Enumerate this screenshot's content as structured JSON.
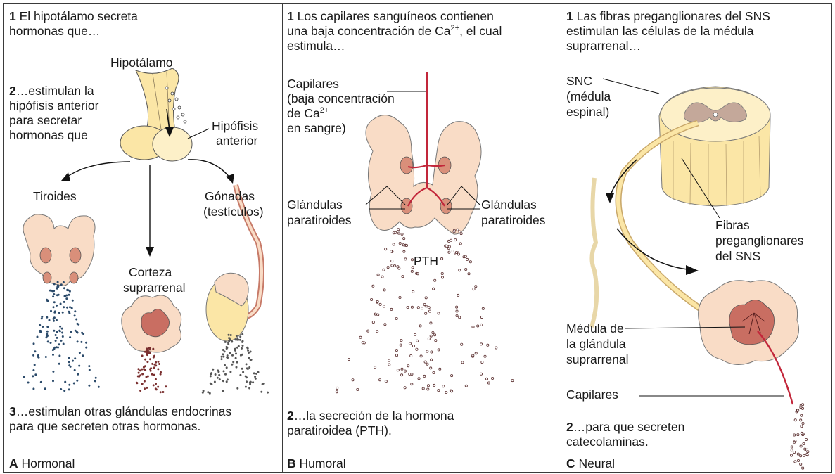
{
  "panel_a": {
    "step1_num": "1",
    "step1_line1": "El hipotálamo secreta",
    "step1_line2": "hormonas que…",
    "step2_num": "2",
    "step2_line1": "…estimulan la",
    "step2_line2": "hipófisis anterior",
    "step2_line3": "para secretar",
    "step2_line4": "hormonas que",
    "label_hipotalamo": "Hipotálamo",
    "label_hipofisis_1": "Hipófisis",
    "label_hipofisis_2": "anterior",
    "label_tiroides": "Tiroides",
    "label_gonadas_1": "Gónadas",
    "label_gonadas_2": "(testículos)",
    "label_corteza_1": "Corteza",
    "label_corteza_2": "suprarrenal",
    "step3_num": "3",
    "step3_line1": "…estimulan otras glándulas endocrinas",
    "step3_line2": "para que secreten otras hormonas.",
    "caption_letter": "A",
    "caption_text": "Hormonal"
  },
  "panel_b": {
    "step1_num": "1",
    "step1_line1": "Los capilares sanguíneos contienen",
    "step1_line2a": "una baja concentración de Ca",
    "step1_line2_sup": "2+",
    "step1_line2b": ", el cual",
    "step1_line3": "estimula…",
    "label_capilares_1": "Capilares",
    "label_capilares_2": "(baja concentración",
    "label_capilares_3a": "de Ca",
    "label_capilares_3_sup": "2+",
    "label_capilares_4": "en sangre)",
    "label_glandulas_left_1": "Glándulas",
    "label_glandulas_left_2": "paratiroides",
    "label_glandulas_right_1": "Glándulas",
    "label_glandulas_right_2": "paratiroides",
    "label_pth": "PTH",
    "step2_num": "2",
    "step2_line1": "…la secreción de la hormona",
    "step2_line2": "paratiroidea (PTH).",
    "caption_letter": "B",
    "caption_text": "Humoral"
  },
  "panel_c": {
    "step1_num": "1",
    "step1_line1": "Las fibras preganglionares del SNS",
    "step1_line2": "estimulan las células de la médula",
    "step1_line3": "suprarrenal…",
    "label_snc_1": "SNC",
    "label_snc_2": "(médula",
    "label_snc_3": "espinal)",
    "label_fibras_1": "Fibras",
    "label_fibras_2": "preganglionares",
    "label_fibras_3": "del SNS",
    "label_medula_1": "Médula de",
    "label_medula_2": "la glándula",
    "label_medula_3": "suprarrenal",
    "label_capilares": "Capilares",
    "step2_num": "2",
    "step2_line1": "…para que secreten",
    "step2_line2": "catecolaminas.",
    "caption_letter": "C",
    "caption_text": "Neural"
  },
  "colors": {
    "gland_fill": "#f9dcc6",
    "gland_node": "#d98f7a",
    "pituitary_fill": "#fbe6a6",
    "spinal_fill": "#fbe6a6",
    "grey_matter": "#c4a89a",
    "adrenal_core": "#c96e62",
    "vessel": "#c2263a",
    "border": "#3a3a3a"
  }
}
